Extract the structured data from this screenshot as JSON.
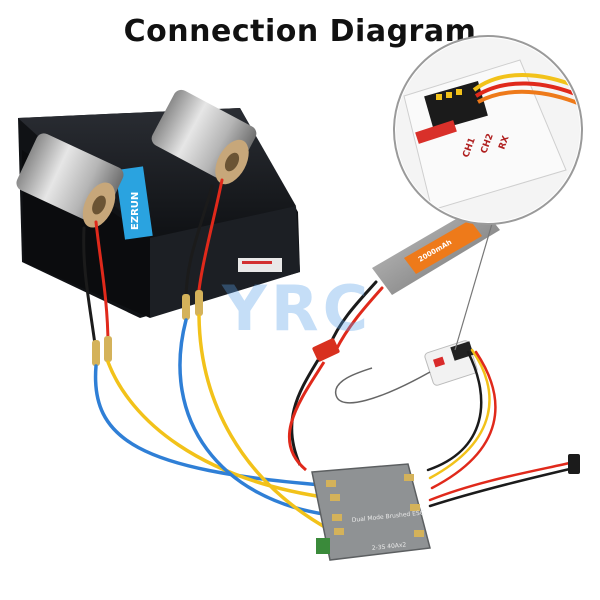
{
  "title": "Connection Diagram",
  "watermark": "YRC",
  "box_brand": "EZRUN",
  "esc_label": "Dual Mode Brushed ESC",
  "esc_spec": "2-3S 40Ax2",
  "battery_label": "2000mAh",
  "receiver_label": "CH1 CH2",
  "inset_receiver_text": [
    "CH1",
    "CH2",
    "RX"
  ],
  "colors": {
    "wire_red": "#e0291b",
    "wire_blue": "#2f7fd6",
    "wire_yellow": "#f2c21a",
    "wire_black": "#1b1b1b",
    "box": "#15171b",
    "battery_body": "#9a9a9a",
    "battery_label": "#ee7a1a",
    "esc_board": "#8f9294"
  }
}
